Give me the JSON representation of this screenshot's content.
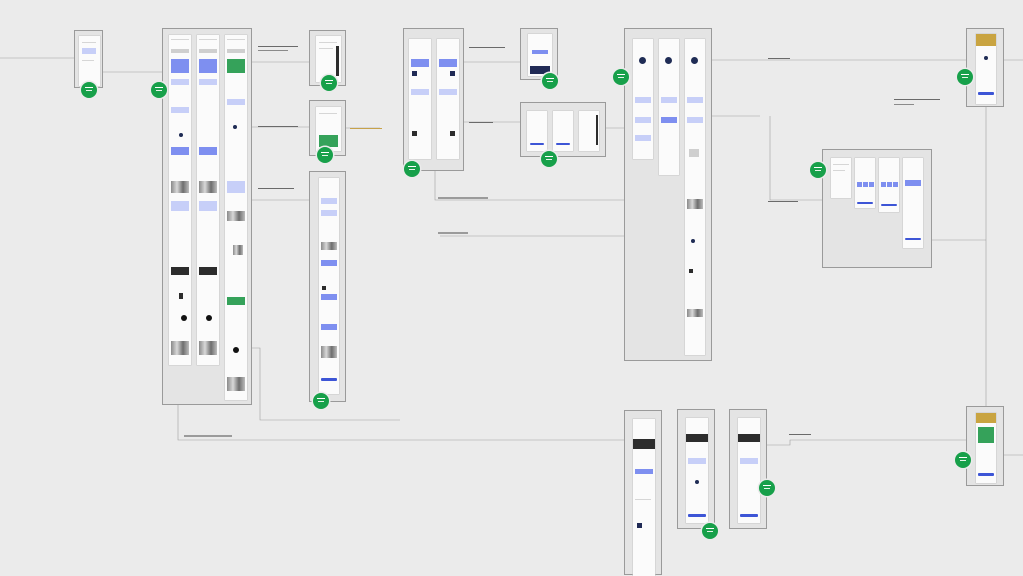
{
  "canvas": {
    "background": "#ebebeb",
    "accent_blue": "#3d55d6",
    "badge_green": "#17a04a"
  },
  "sections": [
    {
      "id": "onboarding",
      "label": ""
    },
    {
      "id": "home-feed",
      "label": ""
    },
    {
      "id": "detail-a",
      "label": ""
    },
    {
      "id": "detail-b",
      "label": ""
    },
    {
      "id": "long-scroll",
      "label": ""
    },
    {
      "id": "catalog",
      "label": ""
    },
    {
      "id": "modal",
      "label": ""
    },
    {
      "id": "modal-variants",
      "label": ""
    },
    {
      "id": "profile-flow",
      "label": ""
    },
    {
      "id": "checkout",
      "label": ""
    },
    {
      "id": "premium-top",
      "label": ""
    },
    {
      "id": "premium-bottom",
      "label": ""
    },
    {
      "id": "article-1",
      "label": ""
    },
    {
      "id": "article-2",
      "label": ""
    },
    {
      "id": "article-3",
      "label": ""
    }
  ],
  "badges": [
    {
      "name": "comment-badge"
    }
  ]
}
